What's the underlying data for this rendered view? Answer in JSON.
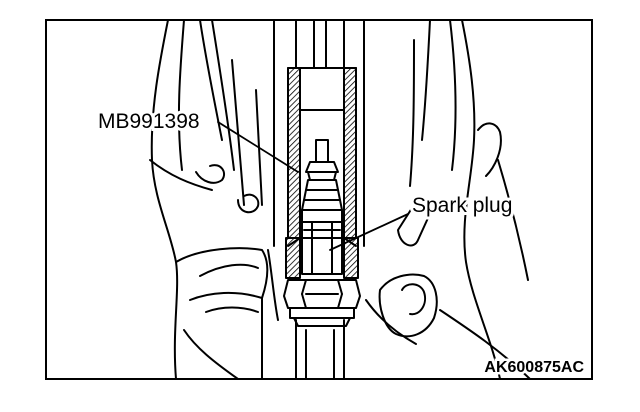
{
  "figure": {
    "labels": {
      "tool": "MB991398",
      "part": "Spark plug"
    },
    "figure_id": "AK600875AC",
    "colors": {
      "ink": "#000000",
      "paper": "#ffffff",
      "hatch": "#000000"
    }
  }
}
